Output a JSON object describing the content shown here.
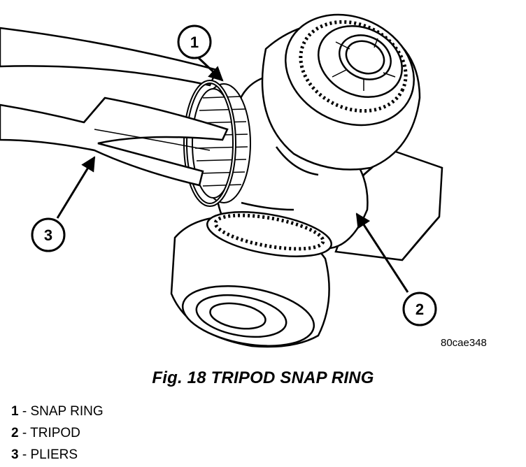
{
  "figure": {
    "callouts": [
      {
        "num": "1",
        "target": "snap ring"
      },
      {
        "num": "2",
        "target": "tripod"
      },
      {
        "num": "3",
        "target": "pliers"
      }
    ],
    "code": "80cae348"
  },
  "caption": "Fig. 18 TRIPOD SNAP RING",
  "legend": [
    {
      "num": "1",
      "sep": " - ",
      "label": "SNAP RING"
    },
    {
      "num": "2",
      "sep": " - ",
      "label": "TRIPOD"
    },
    {
      "num": "3",
      "sep": " - ",
      "label": "PLIERS"
    }
  ]
}
